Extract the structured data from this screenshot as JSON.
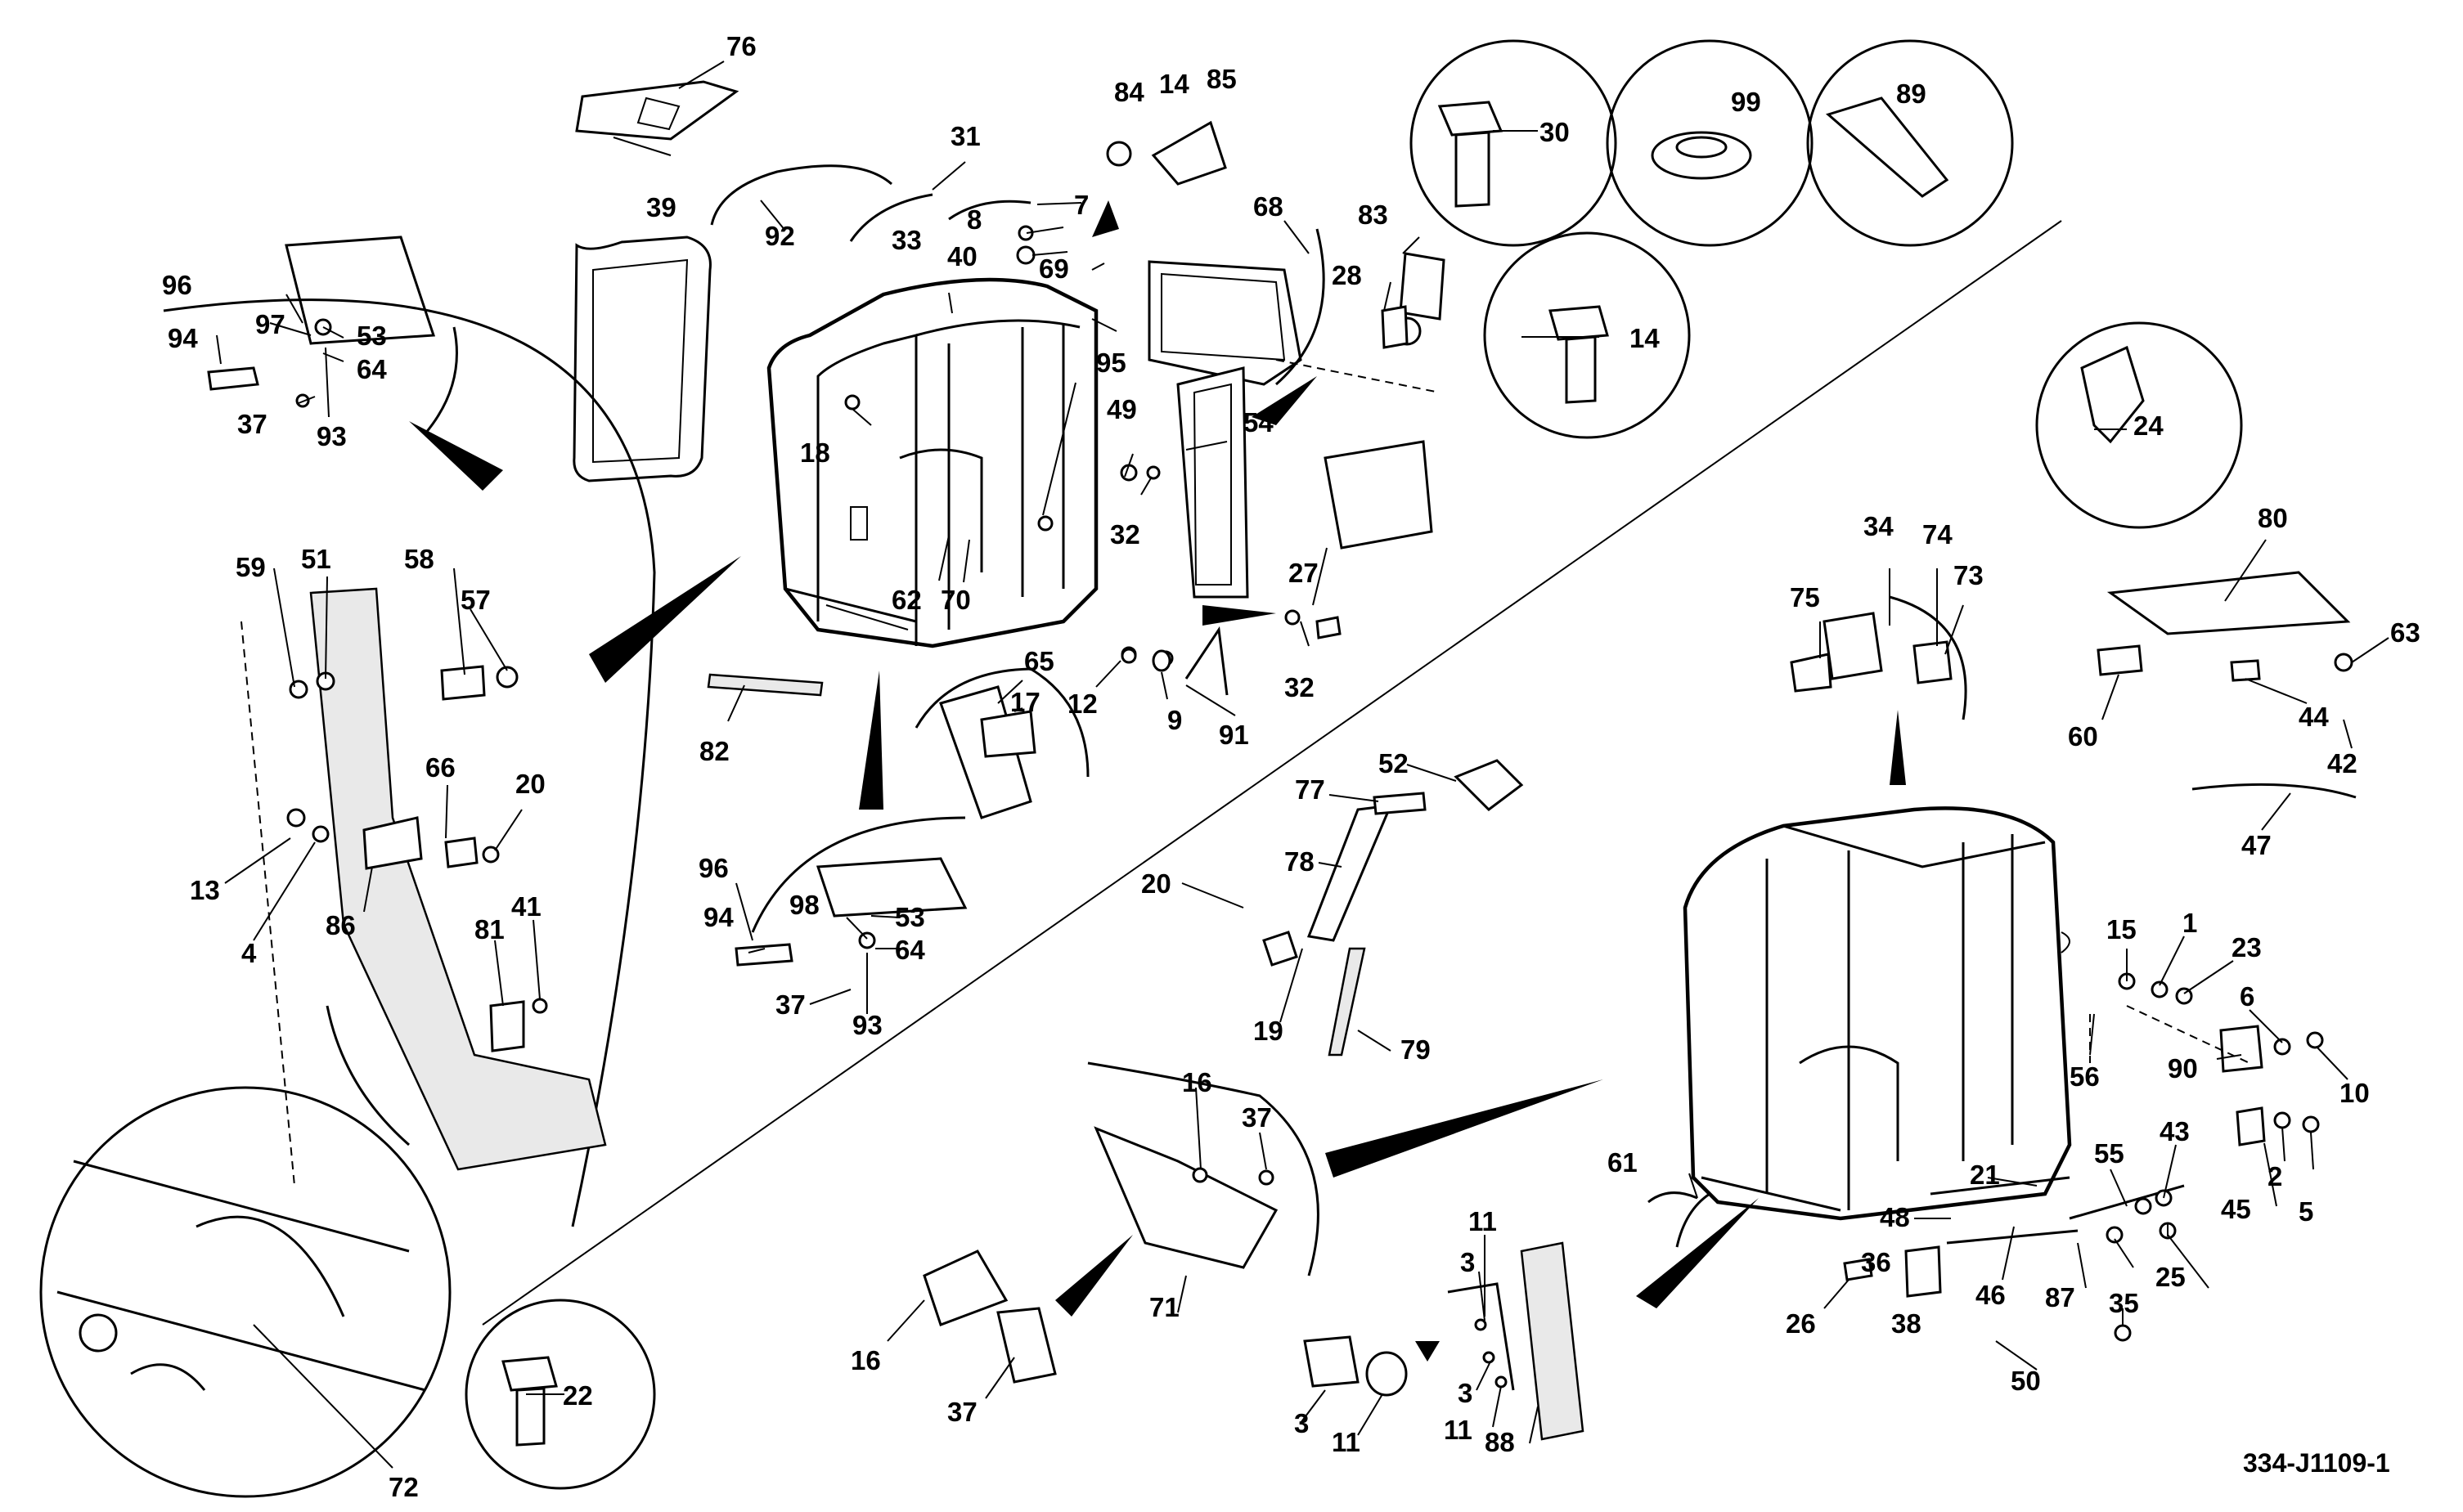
{
  "document_id": "334-J1109-1",
  "callouts": [
    "76",
    "39",
    "92",
    "31",
    "84",
    "14",
    "85",
    "7",
    "8",
    "40",
    "33",
    "69",
    "68",
    "83",
    "28",
    "30",
    "99",
    "89",
    "14",
    "96",
    "94",
    "97",
    "53",
    "64",
    "37",
    "93",
    "18",
    "95",
    "49",
    "32",
    "54",
    "27",
    "32",
    "62",
    "70",
    "65",
    "17",
    "82",
    "12",
    "9",
    "91",
    "24",
    "59",
    "51",
    "58",
    "57",
    "66",
    "20",
    "13",
    "4",
    "86",
    "81",
    "41",
    "96",
    "94",
    "98",
    "53",
    "64",
    "37",
    "93",
    "34",
    "74",
    "73",
    "75",
    "80",
    "63",
    "60",
    "44",
    "42",
    "47",
    "52",
    "77",
    "78",
    "20",
    "19",
    "79",
    "15",
    "1",
    "23",
    "6",
    "56",
    "90",
    "10",
    "16",
    "37",
    "71",
    "43",
    "55",
    "21",
    "45",
    "2",
    "5",
    "61",
    "48",
    "36",
    "25",
    "46",
    "87",
    "35",
    "26",
    "38",
    "50",
    "16",
    "37",
    "11",
    "3",
    "3",
    "11",
    "88",
    "22",
    "72",
    "3",
    "11"
  ]
}
